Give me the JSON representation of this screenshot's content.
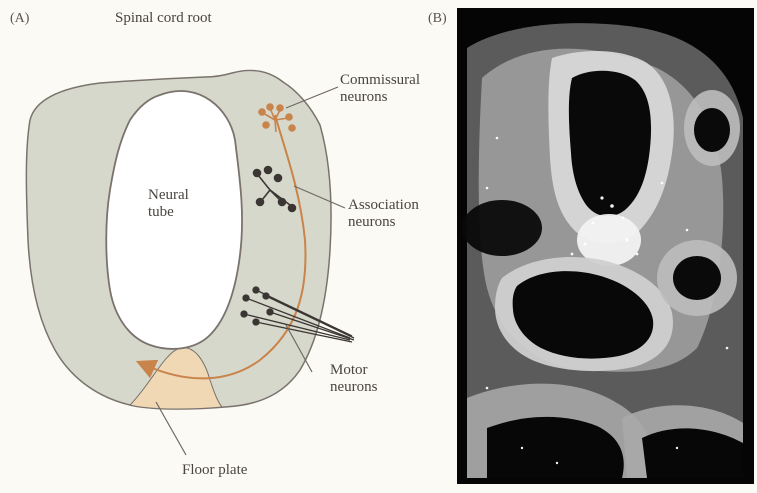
{
  "figure": {
    "panel_a": {
      "letter": "(A)",
      "title": "Spinal cord root",
      "labels": {
        "lumen": "Neural\ntube",
        "commissural": "Commissural\nneurons",
        "association": "Association\nneurons",
        "motor": "Motor\nneurons",
        "floor_plate": "Floor plate"
      }
    },
    "panel_b": {
      "letter": "(B)"
    },
    "colors": {
      "tissue": "#d7d8cc",
      "outline": "#7a736d",
      "floor_plate": "#f0d8b5",
      "axon": "#c8844a",
      "dark_neuron": "#3b3633",
      "label_line": "#6f6863"
    }
  }
}
